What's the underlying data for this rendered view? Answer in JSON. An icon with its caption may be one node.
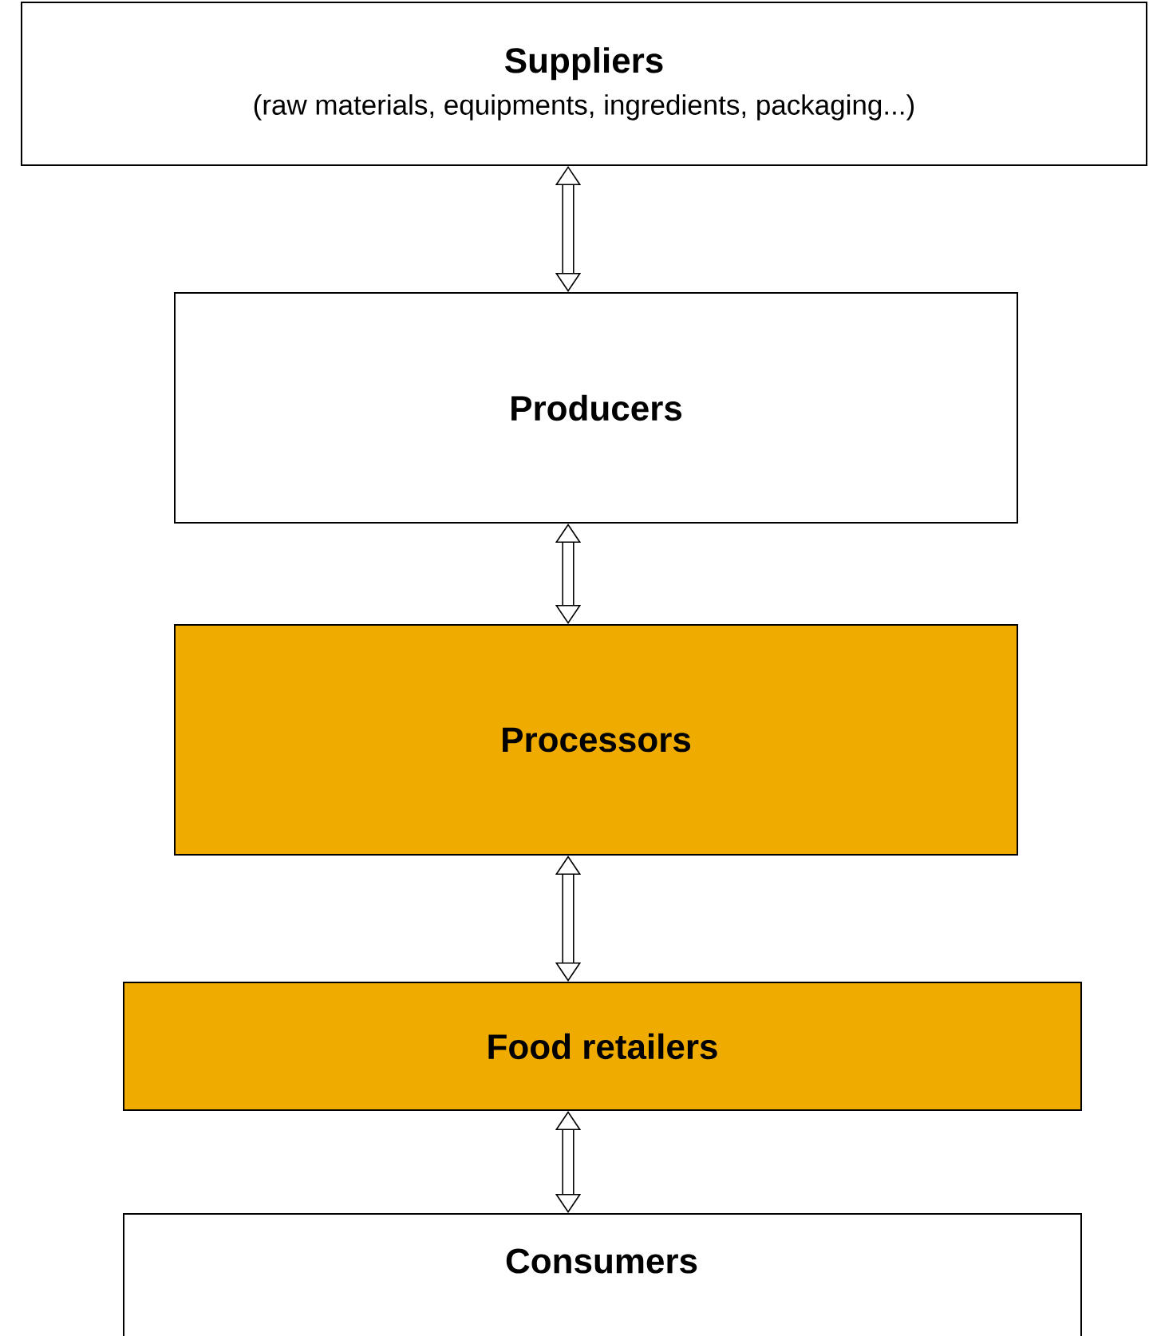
{
  "diagram": {
    "nodes": [
      {
        "text": [
          "Suppliers",
          "(raw materials, equipments, ingredients, packaging...)"
        ]
      },
      {
        "text": [
          "Producers"
        ]
      },
      {
        "text": [
          "Processors"
        ]
      },
      {
        "text": [
          "Food retailers"
        ]
      },
      {
        "text": [
          "Consumers"
        ]
      }
    ],
    "edges": [
      {
        "from": 0,
        "to": 1,
        "arrow": "both"
      },
      {
        "from": 1,
        "to": 2,
        "arrow": "both"
      },
      {
        "from": 2,
        "to": 3,
        "arrow": "both"
      },
      {
        "from": 3,
        "to": 4,
        "arrow": "both"
      }
    ]
  }
}
